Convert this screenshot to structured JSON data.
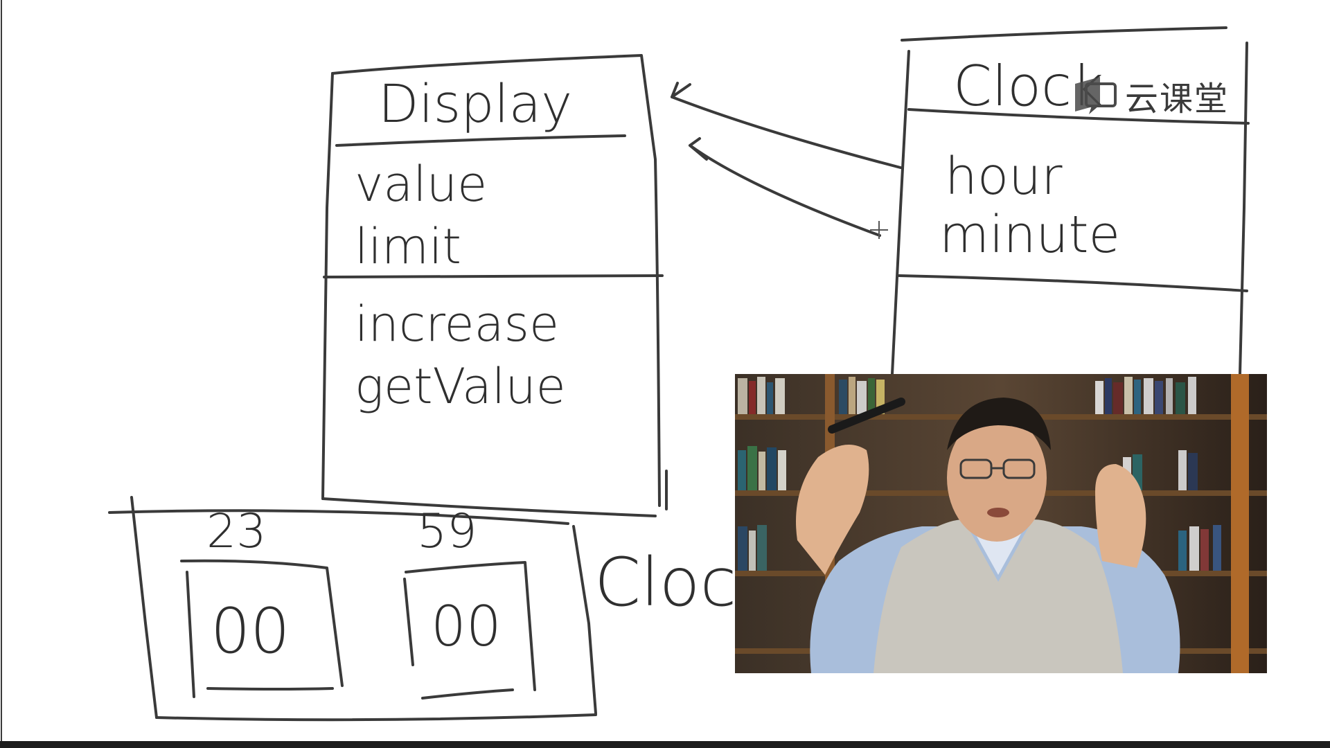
{
  "diagram": {
    "display_class": {
      "title": "Display",
      "fields": [
        "value",
        "limit"
      ],
      "methods": [
        "increase",
        "getValue"
      ]
    },
    "clock_class": {
      "title": "Clock",
      "fields": [
        "hour",
        "minute"
      ]
    },
    "clock_object": {
      "label": "Clock",
      "hour_limit": "23",
      "minute_limit": "59",
      "hour_value": "00",
      "minute_value": "00"
    }
  },
  "watermark": {
    "text": "云课堂",
    "icon": "cloud-classroom-logo-icon"
  },
  "webcam": {
    "description_icon": "presenter-video-feed"
  },
  "colors": {
    "ink": "#3a3a3a",
    "background": "#ffffff"
  }
}
